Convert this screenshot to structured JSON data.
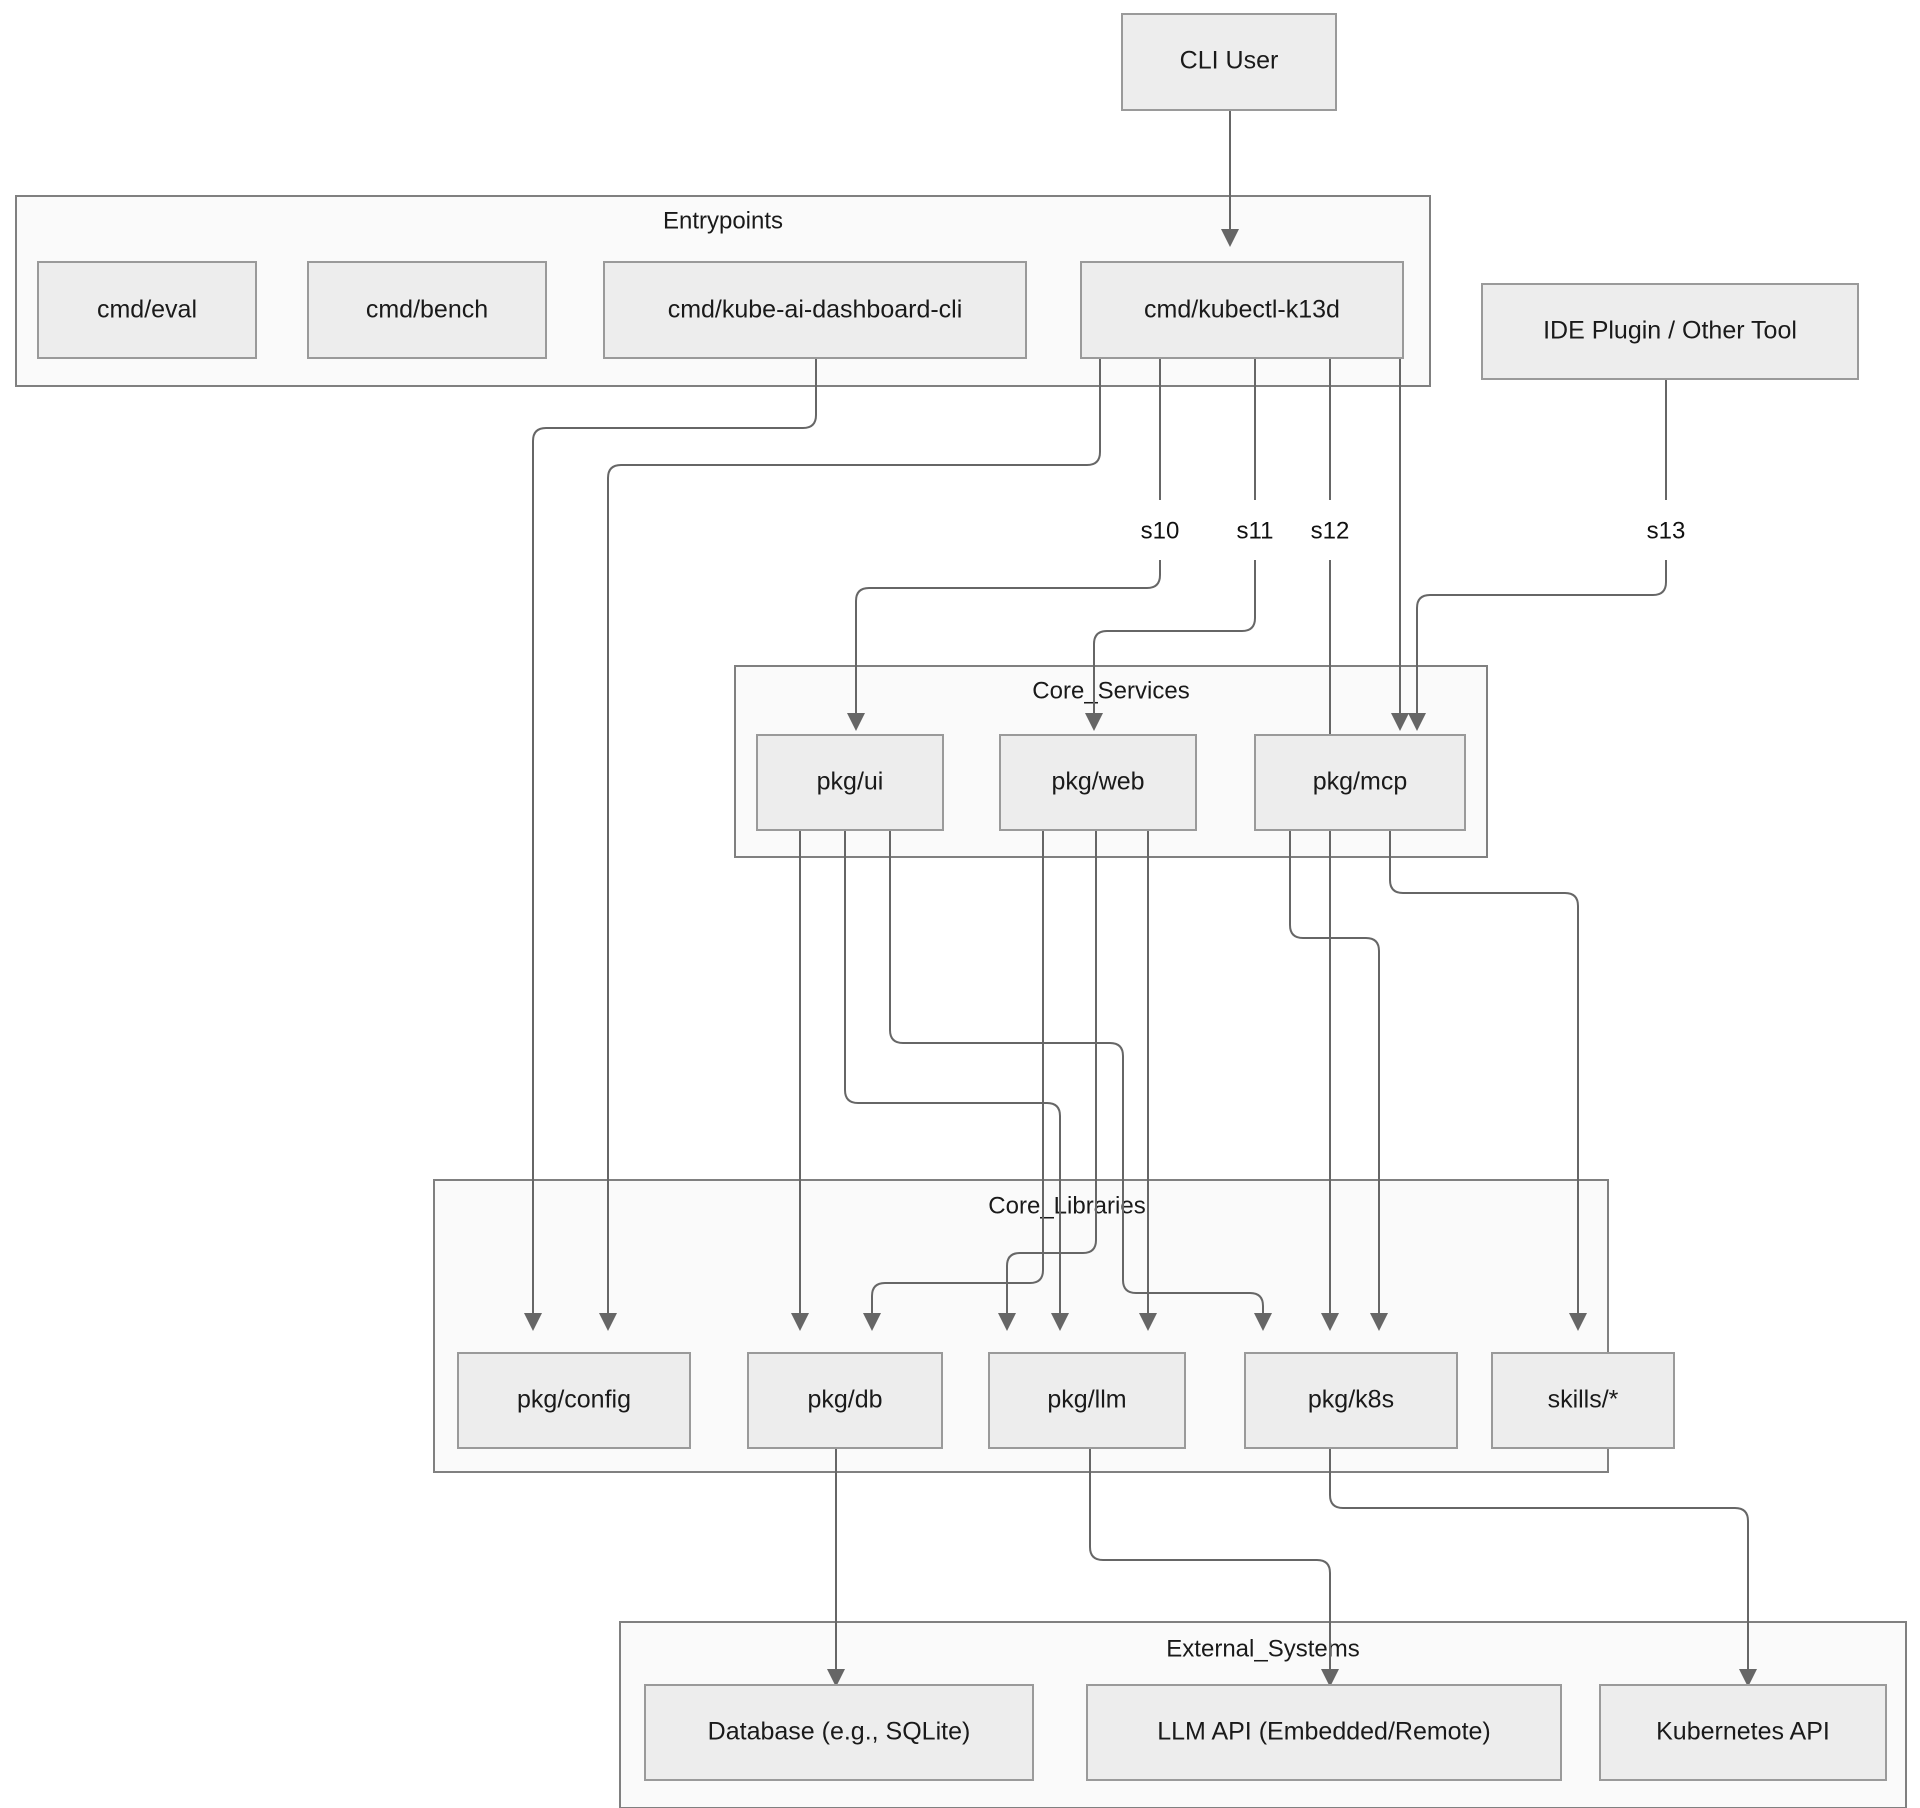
{
  "diagram": {
    "title": "kube-ai architecture dependency graph",
    "type": "flowchart",
    "direction": "top-down",
    "theme": {
      "node_fill": "#ededed",
      "node_stroke": "#9a9a9a",
      "cluster_fill": "#fafafa",
      "cluster_stroke": "#808080",
      "edge_stroke": "#666666",
      "text_color": "#1a1a1a",
      "background": "#ffffff"
    },
    "clusters": [
      {
        "id": "entrypoints",
        "label": "Entrypoints"
      },
      {
        "id": "core_services",
        "label": "Core_Services"
      },
      {
        "id": "core_libraries",
        "label": "Core_Libraries"
      },
      {
        "id": "external_systems",
        "label": "External_Systems"
      }
    ],
    "nodes": {
      "cli_user": "CLI User",
      "ide_plugin": "IDE Plugin / Other Tool",
      "cmd_eval": "cmd/eval",
      "cmd_bench": "cmd/bench",
      "cmd_dashboard": "cmd/kube-ai-dashboard-cli",
      "cmd_kubectl": "cmd/kubectl-k13d",
      "pkg_ui": "pkg/ui",
      "pkg_web": "pkg/web",
      "pkg_mcp": "pkg/mcp",
      "pkg_config": "pkg/config",
      "pkg_db": "pkg/db",
      "pkg_llm": "pkg/llm",
      "pkg_k8s": "pkg/k8s",
      "skills": "skills/*",
      "database": "Database (e.g., SQLite)",
      "llm_api": "LLM API (Embedded/Remote)",
      "kubernetes_api": "Kubernetes API"
    },
    "edge_labels": {
      "s10": "s10",
      "s11": "s11",
      "s12": "s12",
      "s13": "s13"
    },
    "edges": [
      {
        "from": "cli_user",
        "to": "cmd_kubectl",
        "label": ""
      },
      {
        "from": "cmd_kubectl",
        "to": "pkg_ui",
        "label": "s10"
      },
      {
        "from": "cmd_kubectl",
        "to": "pkg_web",
        "label": "s11"
      },
      {
        "from": "cmd_kubectl",
        "to": "pkg_k8s",
        "label": "s12"
      },
      {
        "from": "ide_plugin",
        "to": "pkg_mcp",
        "label": "s13"
      },
      {
        "from": "cmd_kubectl",
        "to": "pkg_mcp",
        "label": ""
      },
      {
        "from": "cmd_dashboard",
        "to": "pkg_config",
        "label": ""
      },
      {
        "from": "cmd_kubectl",
        "to": "pkg_config",
        "label": ""
      },
      {
        "from": "pkg_ui",
        "to": "pkg_db",
        "label": ""
      },
      {
        "from": "pkg_ui",
        "to": "pkg_llm",
        "label": ""
      },
      {
        "from": "pkg_ui",
        "to": "pkg_k8s",
        "label": ""
      },
      {
        "from": "pkg_web",
        "to": "pkg_db",
        "label": ""
      },
      {
        "from": "pkg_web",
        "to": "pkg_llm",
        "label": ""
      },
      {
        "from": "pkg_web",
        "to": "pkg_k8s",
        "label": ""
      },
      {
        "from": "pkg_mcp",
        "to": "pkg_k8s",
        "label": ""
      },
      {
        "from": "pkg_mcp",
        "to": "skills",
        "label": ""
      },
      {
        "from": "pkg_db",
        "to": "database",
        "label": ""
      },
      {
        "from": "pkg_llm",
        "to": "llm_api",
        "label": ""
      },
      {
        "from": "pkg_k8s",
        "to": "kubernetes_api",
        "label": ""
      }
    ]
  }
}
